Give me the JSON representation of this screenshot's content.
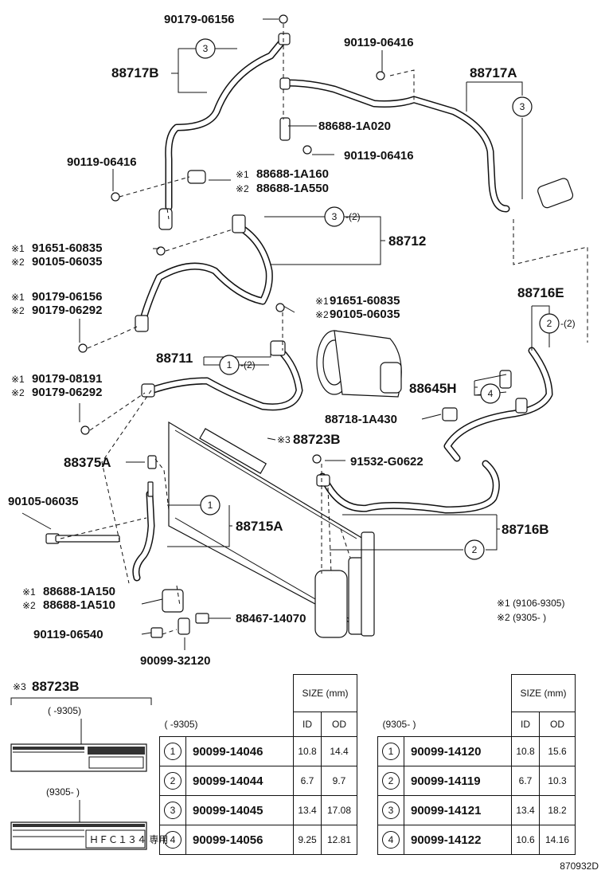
{
  "labels": {
    "p90179_06156_top": "90179-06156",
    "p88717B": "88717B",
    "p90119_06416_a": "90119-06416",
    "p88717A": "88717A",
    "p88688_1A020": "88688-1A020",
    "p90119_06416_b": "90119-06416",
    "p90119_06416_c": "90119-06416",
    "m1": "※1",
    "m2": "※2",
    "m3": "※3",
    "p88688_1A160": "88688-1A160",
    "p88688_1A550": "88688-1A550",
    "qty2": "-(2)",
    "p88712": "88712",
    "p91651_60835_a": "91651-60835",
    "p90105_06035_a": "90105-06035",
    "p90179_06156_b": "90179-06156",
    "p90179_06292_a": "90179-06292",
    "p91651_60835_b": "91651-60835",
    "p90105_06035_b": "90105-06035",
    "p88716E": "88716E",
    "p88711": "88711",
    "p90179_08191": "90179-08191",
    "p90179_06292_b": "90179-06292",
    "p88645H": "88645H",
    "p88718_1A430": "88718-1A430",
    "p88723B": "88723B",
    "p88375A": "88375A",
    "p91532_G0622": "91532-G0622",
    "p90105_06035_c": "90105-06035",
    "p88715A": "88715A",
    "p88716B": "88716B",
    "p88688_1A150": "88688-1A150",
    "p88688_1A510": "88688-1A510",
    "p90119_06540": "90119-06540",
    "p88467_14070": "88467-14070",
    "p90099_32120": "90099-32120",
    "legend1": "※1 (9106-9305)",
    "legend2": "※2 (9305-      )"
  },
  "circles": [
    "1",
    "2",
    "3",
    "4"
  ],
  "panel": {
    "title": "88723B",
    "range1": "(      -9305)",
    "range2": "(9305-      )",
    "sticker_text": "ＨＦＣ１３４ 専用"
  },
  "table_left": {
    "range": "(      -9305)",
    "size_header": "SIZE (mm)",
    "id_header": "ID",
    "od_header": "OD",
    "rows": [
      {
        "n": "1",
        "part": "90099-14046",
        "id": "10.8",
        "od": "14.4"
      },
      {
        "n": "2",
        "part": "90099-14044",
        "id": "6.7",
        "od": "9.7"
      },
      {
        "n": "3",
        "part": "90099-14045",
        "id": "13.4",
        "od": "17.08"
      },
      {
        "n": "4",
        "part": "90099-14056",
        "id": "9.25",
        "od": "12.81"
      }
    ]
  },
  "table_right": {
    "range": "(9305-      )",
    "size_header": "SIZE (mm)",
    "id_header": "ID",
    "od_header": "OD",
    "rows": [
      {
        "n": "1",
        "part": "90099-14120",
        "id": "10.8",
        "od": "15.6"
      },
      {
        "n": "2",
        "part": "90099-14119",
        "id": "6.7",
        "od": "10.3"
      },
      {
        "n": "3",
        "part": "90099-14121",
        "id": "13.4",
        "od": "18.2"
      },
      {
        "n": "4",
        "part": "90099-14122",
        "id": "10.6",
        "od": "14.16"
      }
    ]
  },
  "figure_id": "870932D"
}
